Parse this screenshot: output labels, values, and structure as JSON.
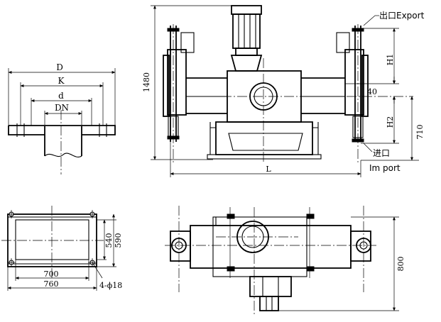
{
  "flange": {
    "dim_D": "D",
    "dim_K": "K",
    "dim_d": "d",
    "dim_DN": "DN"
  },
  "front": {
    "dim_1480": "1480",
    "label_export": "出口Export",
    "dim_H1": "H1",
    "dim_40": "40",
    "dim_H2": "H2",
    "dim_710": "710",
    "label_import_cn": "进口",
    "label_import_en": "Im port",
    "dim_L": "L"
  },
  "base": {
    "dim_540": "540",
    "dim_590": "590",
    "dim_700": "700",
    "dim_760": "760",
    "hole_note": "4-ϕ18"
  },
  "top": {
    "dim_800": "800"
  }
}
